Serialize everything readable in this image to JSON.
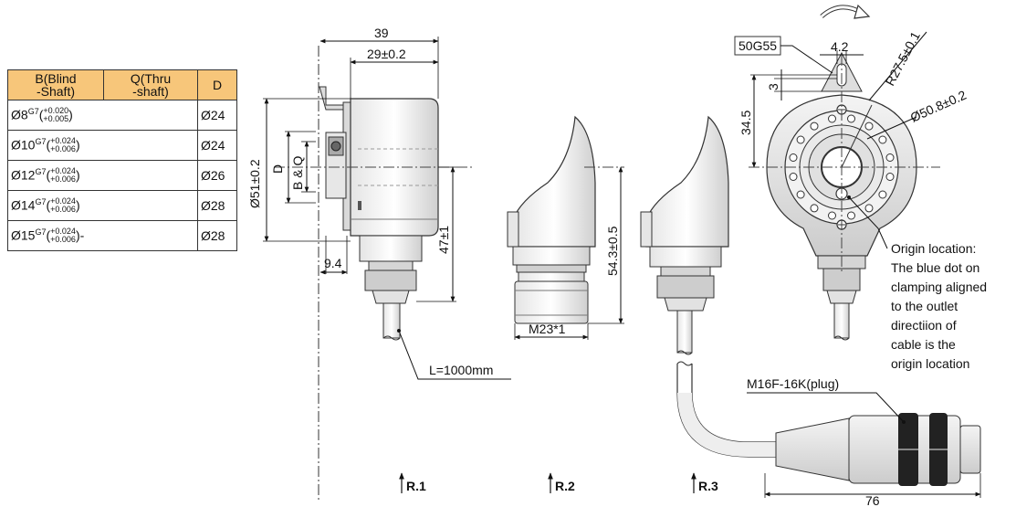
{
  "table": {
    "headers": [
      "B(Blind\n-Shaft)",
      "Q(Thru\n-shaft)",
      "D"
    ],
    "header_b": [
      "B(Blind",
      "-Shaft)"
    ],
    "header_q": [
      "Q(Thru",
      "-shaft)"
    ],
    "header_d": "D",
    "rows": [
      {
        "b_base": "Ø8",
        "b_fit": "G7",
        "tol_upper": "+0.020",
        "tol_lower": "+0.005",
        "q": "",
        "d": "Ø24"
      },
      {
        "b_base": "Ø10",
        "b_fit": "G7",
        "tol_upper": "+0.024",
        "tol_lower": "+0.006",
        "q": "",
        "d": "Ø24"
      },
      {
        "b_base": "Ø12",
        "b_fit": "G7",
        "tol_upper": "+0.024",
        "tol_lower": "+0.006",
        "q": "",
        "d": "Ø26"
      },
      {
        "b_base": "Ø14",
        "b_fit": "G7",
        "tol_upper": "+0.024",
        "tol_lower": "+0.006",
        "q": "",
        "d": "Ø28"
      },
      {
        "b_base": "Ø15",
        "b_fit": "G7",
        "tol_upper": "+0.024",
        "tol_lower": "+0.006",
        "q": "-",
        "d": "Ø28"
      }
    ]
  },
  "dimensions": {
    "overall_length": "39",
    "body_length": "29±0.2",
    "flange_offset": "9.4",
    "body_diameter": "Ø51±0.2",
    "bore_label_d": "D",
    "bore_label_bq": "B & Q",
    "height_r1": "47±1",
    "height_r2": "54.3±0.5",
    "thread_r2": "M23*1",
    "cable_length": "L=1000mm",
    "tether_slot": "4.2",
    "tether_thickness": "3",
    "tether_height": "34.5",
    "tether_radius": "R27.5±0.1",
    "bolt_circle": "Ø50.8±0.2",
    "tether_code": "50G55",
    "plug_name": "M16F-16K(plug)",
    "plug_length": "76"
  },
  "origin_note": [
    "Origin location:",
    "The blue dot on",
    "clamping aligned",
    "to the outlet",
    "directiion of",
    "cable is the",
    "origin location"
  ],
  "variants": [
    "R.1",
    "R.2",
    "R.3"
  ]
}
